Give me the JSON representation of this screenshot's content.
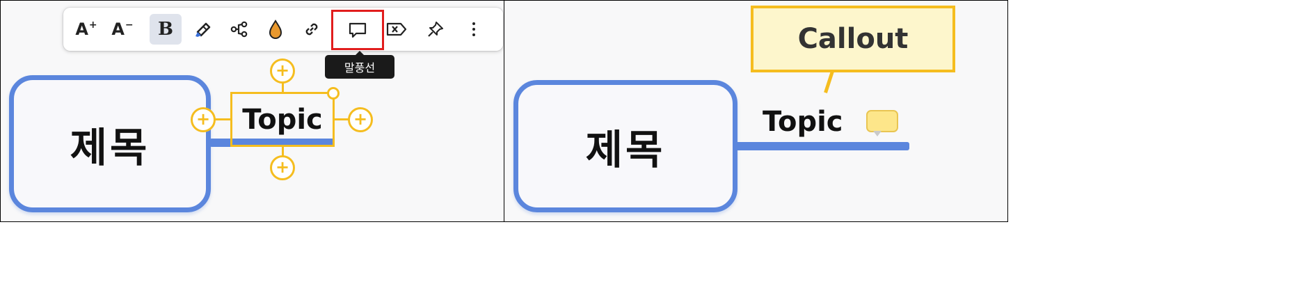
{
  "left_panel": {
    "toolbar": {
      "buttons": [
        {
          "name": "increase-font-size-button",
          "label": "A",
          "mark": "+"
        },
        {
          "name": "decrease-font-size-button",
          "label": "A",
          "mark": "−"
        },
        {
          "name": "bold-button",
          "label": "B",
          "active": true
        },
        {
          "name": "format-painter-button",
          "icon": "paint-brush-icon"
        },
        {
          "name": "relationship-button",
          "icon": "branch-nodes-icon"
        },
        {
          "name": "color-button",
          "icon": "color-drop-icon"
        },
        {
          "name": "link-button",
          "icon": "link-icon"
        },
        {
          "name": "callout-button",
          "icon": "speech-bubble-icon",
          "highlighted": true
        },
        {
          "name": "delete-button",
          "icon": "delete-tag-icon"
        },
        {
          "name": "pin-button",
          "icon": "pin-icon"
        },
        {
          "name": "more-options-button",
          "icon": "more-vertical-icon"
        }
      ],
      "tooltip": "말풍선"
    },
    "main_topic": "제목",
    "subtopic": "Topic",
    "plus": "+"
  },
  "right_panel": {
    "callout_text": "Callout",
    "main_topic": "제목",
    "subtopic": "Topic"
  },
  "colors": {
    "topic_border": "#5b86dd",
    "selection": "#f5bd1f",
    "callout_fill": "#fdf6cc",
    "highlight": "#e11d1d"
  }
}
